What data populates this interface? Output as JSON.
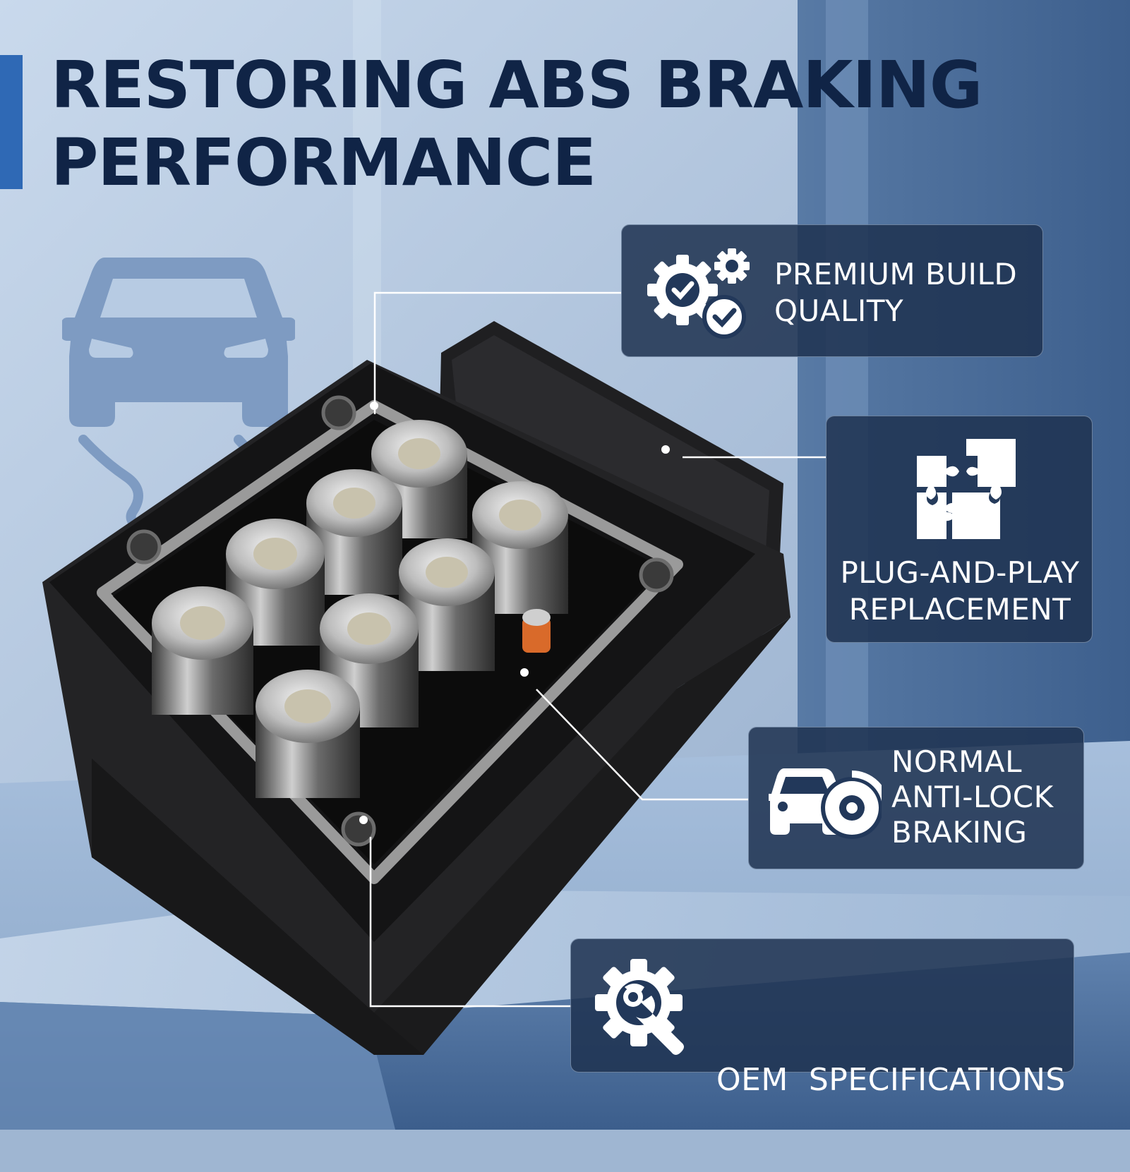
{
  "header": {
    "title_line1": "RESTORING ABS BRAKING",
    "title_line2": "PERFORMANCE"
  },
  "features": [
    {
      "line1": "PREMIUM BUILD",
      "line2": "QUALITY",
      "icon": "gears-check-icon"
    },
    {
      "line1": "PLUG-AND-PLAY",
      "line2": "REPLACEMENT",
      "icon": "puzzle-icon"
    },
    {
      "line1": "NORMAL",
      "line2": "ANTI-LOCK",
      "line3": "BRAKING",
      "icon": "car-brake-disc-icon"
    },
    {
      "line1": "OEM  SPECIFICATIONS",
      "icon": "gear-wrench-icon"
    }
  ],
  "colors": {
    "accent": "#2f69b5",
    "title": "#102446",
    "panel": "#1e3250",
    "background": "#9fb6d2"
  }
}
